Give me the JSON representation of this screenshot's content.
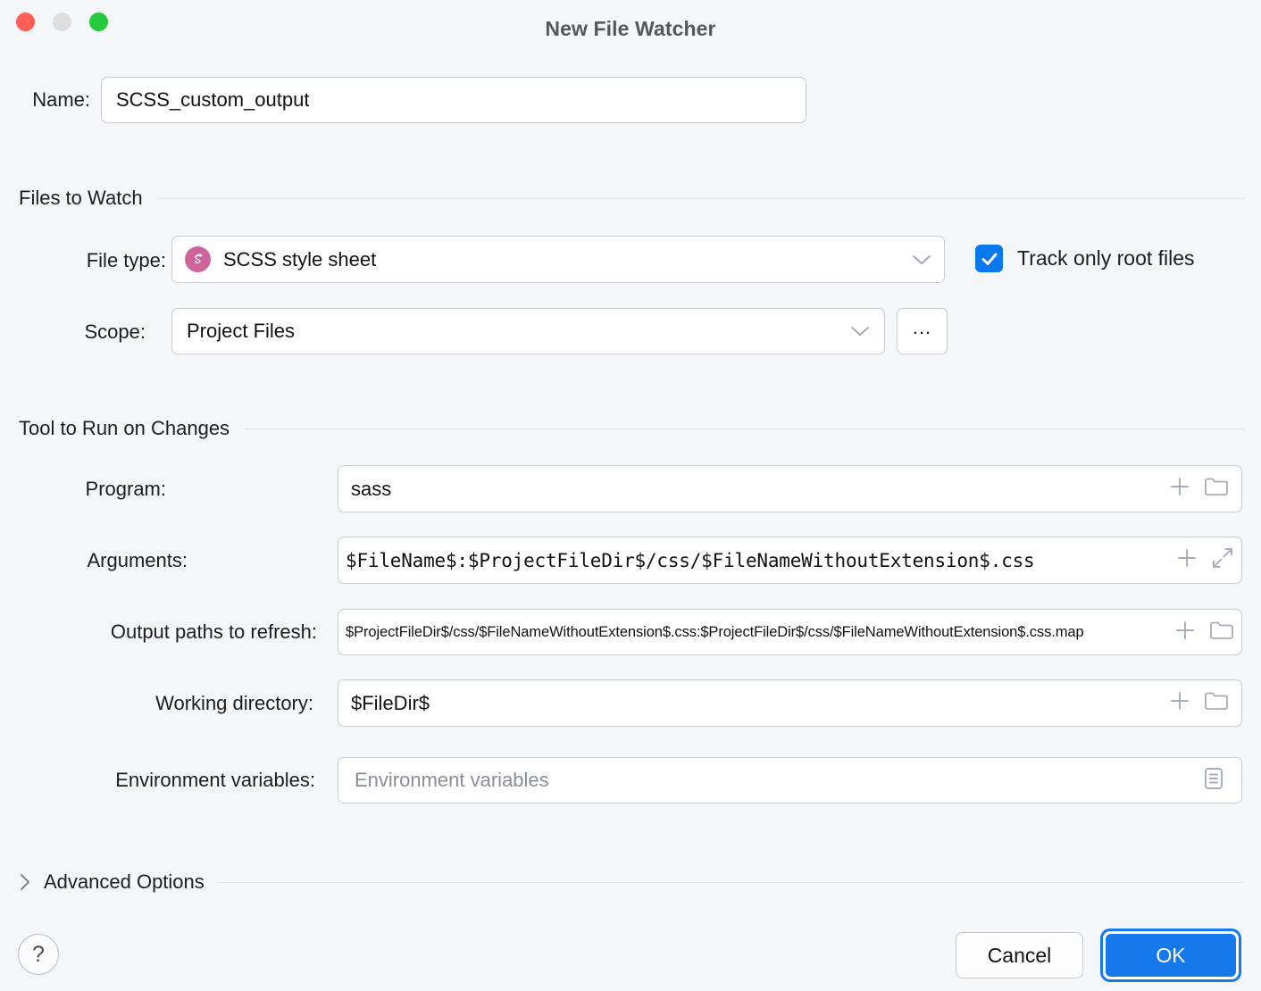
{
  "window": {
    "title": "New File Watcher",
    "traffic_lights": [
      "close-red",
      "minimize-gray",
      "zoom-green"
    ]
  },
  "name_row": {
    "label": "Name:",
    "value": "SCSS_custom_output"
  },
  "sections": {
    "files_to_watch": {
      "header": "Files to Watch",
      "file_type": {
        "label": "File type:",
        "value": "SCSS style sheet",
        "icon": "scss-icon"
      },
      "track_only_root_files": {
        "label": "Track only root files",
        "checked": true
      },
      "scope": {
        "label": "Scope:",
        "value": "Project Files",
        "ellipsis_button": "..."
      }
    },
    "tool_to_run": {
      "header": "Tool to Run on Changes",
      "program": {
        "label": "Program:",
        "value": "sass"
      },
      "arguments": {
        "label": "Arguments:",
        "value": "$FileName$:$ProjectFileDir$/css/$FileNameWithoutExtension$.css"
      },
      "output_paths": {
        "label": "Output paths to refresh:",
        "value": "$ProjectFileDir$/css/$FileNameWithoutExtension$.css:$ProjectFileDir$/css/$FileNameWithoutExtension$.css.map"
      },
      "working_directory": {
        "label": "Working directory:",
        "value": "$FileDir$"
      },
      "environment_variables": {
        "label": "Environment variables:",
        "value": "",
        "placeholder": "Environment variables"
      }
    }
  },
  "advanced_options": {
    "label": "Advanced Options",
    "expanded": false
  },
  "footer": {
    "help": "?",
    "cancel": "Cancel",
    "ok": "OK"
  },
  "colors": {
    "accent_blue": "#1579ec",
    "checkbox_blue": "#0a78ee",
    "scss_pink": "#cf649a",
    "window_background": "#f5f6f8",
    "traffic_red": "#ff5f56",
    "traffic_gray": "#dedede",
    "traffic_green": "#27c93f"
  }
}
